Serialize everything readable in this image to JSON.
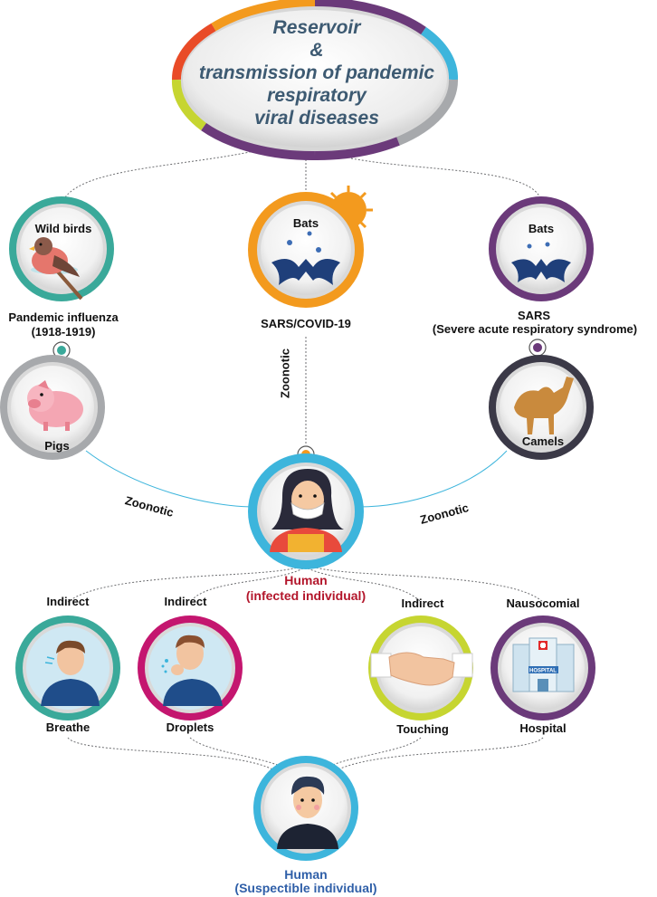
{
  "title": {
    "line1": "Reservoir",
    "line2": "&",
    "line3": "transmission of pandemic",
    "line4": "respiratory",
    "line5": "viral diseases"
  },
  "reservoirs": {
    "wild_birds": "Wild birds",
    "bats_left": "Bats",
    "bats_right": "Bats"
  },
  "diseases": {
    "influenza_line1": "Pandemic influenza",
    "influenza_line2": "(1918-1919)",
    "sars_covid": "SARS/COVID-19",
    "sars_line1": "SARS",
    "sars_line2": "(Severe acute respiratory syndrome)"
  },
  "hosts": {
    "pigs": "Pigs",
    "camels": "Camels"
  },
  "edges": {
    "zoonotic_vertical": "Zoonotic",
    "zoonotic_left": "Zoonotic",
    "zoonotic_right": "Zoonotic"
  },
  "infected": {
    "line1": "Human",
    "line2": "(infected individual)"
  },
  "transmission": [
    {
      "route": "Indirect",
      "mode": "Breathe"
    },
    {
      "route": "Indirect",
      "mode": "Droplets"
    },
    {
      "route": "Indirect",
      "mode": "Touching"
    },
    {
      "route": "Nausocomial",
      "mode": "Hospital"
    }
  ],
  "hospital_sign": "HOSPITAL",
  "susceptible": {
    "line1": "Human",
    "line2": "(Suspectible individual)"
  },
  "colors": {
    "teal": "#3aa99a",
    "orange": "#f39a1e",
    "purple": "#6b3a7a",
    "grey": "#a7a9ac",
    "dark_slate": "#3b3947",
    "sky_blue": "#3db5dc",
    "magenta": "#c4166f",
    "lime": "#c6d531",
    "red_text": "#b3162b",
    "blue_text": "#2f5fa8",
    "title_text": "#3d5a72"
  }
}
